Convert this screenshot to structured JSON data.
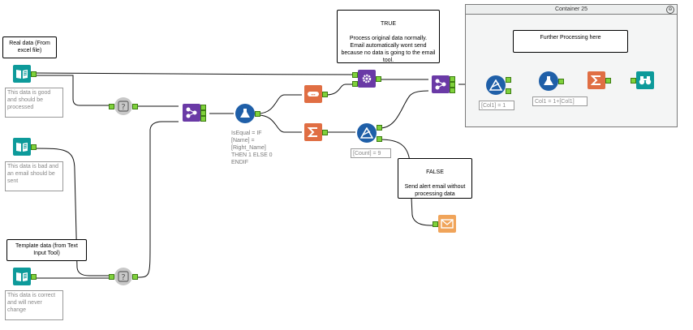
{
  "container": {
    "title": "Container 25",
    "collapse_glyph": "⊖"
  },
  "comments": {
    "real_data": "Real data (From excel file)",
    "template_data": "Template data (from Text Input Tool)",
    "true_box": "TRUE\n\nProcess original data normally.\nEmail automatically wont send because no data is going to the email tool.",
    "false_box": "FALSE\n\nSend alert email without processing data",
    "further": "Further Processing here"
  },
  "annotations": {
    "input1": "This data is good and should be processed",
    "input2": "This data is bad and an email should be sent",
    "input3": "This data is correct and will never change",
    "formula1": "IsEqual = IF [Name] = [Right_Name] THEN 1 ELSE 0 ENDIF",
    "filter1": "[Count] = 9",
    "filter2": "[Col1] = 1",
    "formula2": "Col1 = 1+[Col1]"
  },
  "tools": {
    "input1": "book-icon",
    "input2": "book-icon",
    "input3": "book-icon",
    "unique1": "question-gear-icon",
    "unique2": "question-gear-icon",
    "join1": "join-icon",
    "formula1": "flask-icon",
    "sample": "sample-icon",
    "summarize1": "sigma-icon",
    "macro": "gear-macro-icon",
    "filter1": "filter-icon",
    "join2": "join-icon",
    "filter2": "filter-icon",
    "formula2": "flask-icon",
    "summarize2": "sigma-icon",
    "browse": "binoculars-icon",
    "email": "email-icon"
  },
  "colors": {
    "input": "#0d9a9a",
    "join": "#6a3aa6",
    "summarize": "#e06e43",
    "formula": "#1f5fa8",
    "port": "#7fd13b"
  }
}
